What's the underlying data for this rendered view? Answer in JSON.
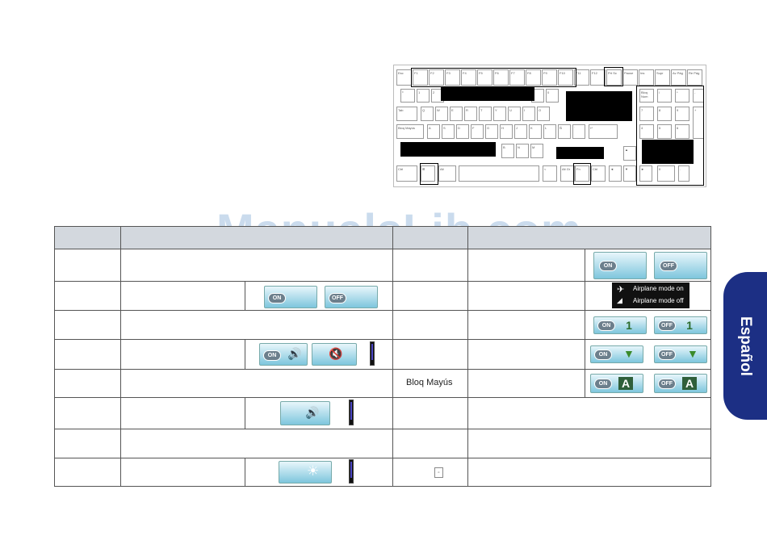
{
  "watermark": "ManualsLib.com",
  "side_tab": "Español",
  "table": {
    "bloq_mayus": "Bloq Mayús",
    "on_label": "ON",
    "off_label": "OFF",
    "airplane_on": "Airplane mode on",
    "airplane_off": "Airplane mode off",
    "num_lock_glyph": "1",
    "caps_glyph": "A"
  },
  "keyboard": {
    "row1": [
      "Esc",
      "F1",
      "F2",
      "F3",
      "F4",
      "F5",
      "F6",
      "F7",
      "F8",
      "F9",
      "F10",
      "F11",
      "F12",
      "Prt Sc",
      "Pause",
      "Ins",
      "Supr",
      "Av Pág",
      "Re Pág"
    ],
    "keys": {
      "tab": "Tab",
      "caps": "Bloq Mayús",
      "ctrl_l": "Ctrl",
      "alt": "Alt",
      "alt_gr": "Alt Gr",
      "fn": "Fn",
      "ctrl_r": "Ctrl",
      "num": "Bloq Num",
      "enter": "↵",
      "plus": "+"
    }
  }
}
